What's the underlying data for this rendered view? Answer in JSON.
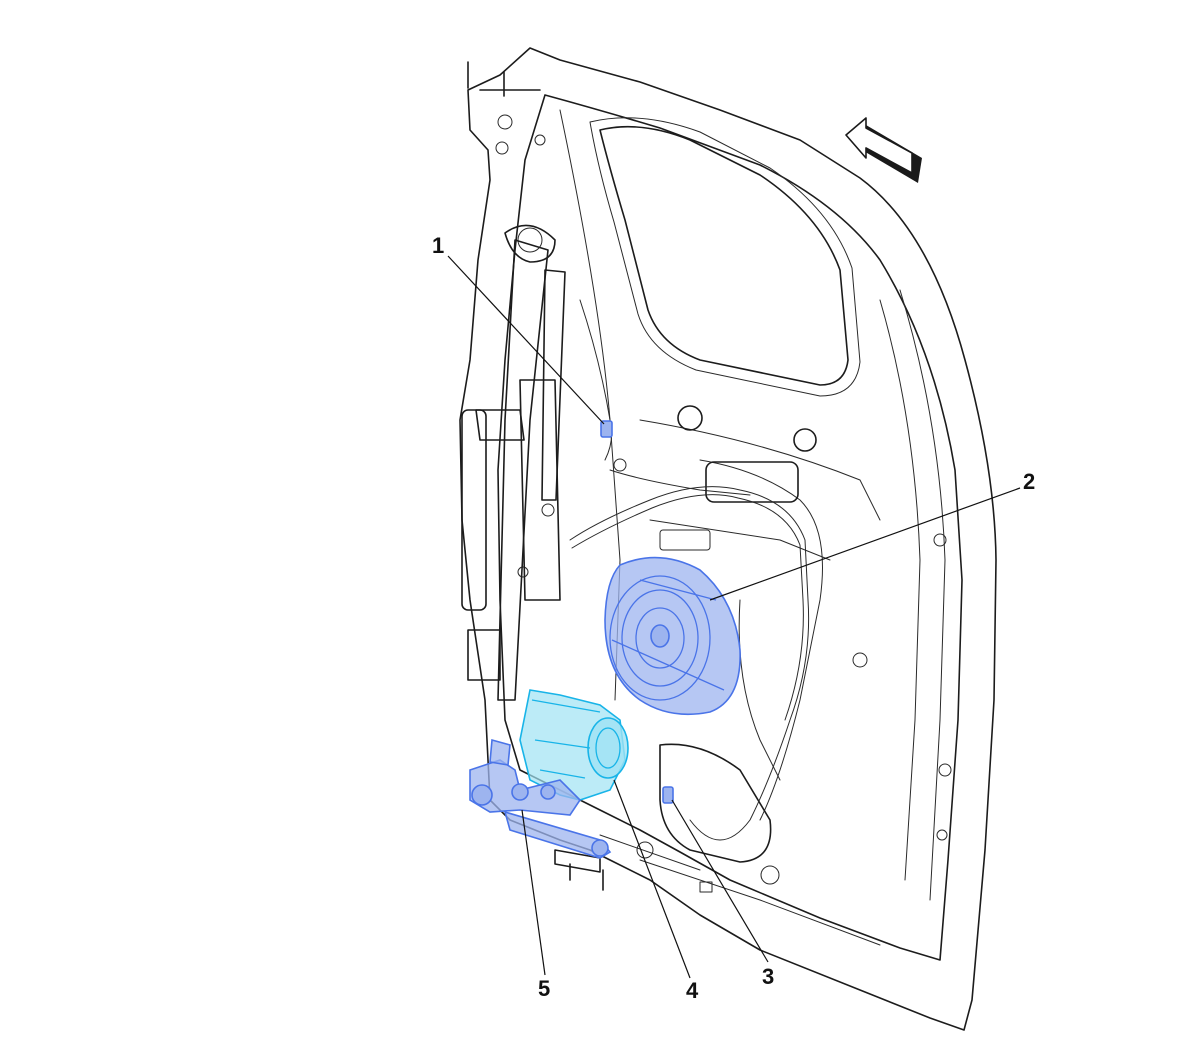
{
  "callouts": [
    {
      "id": "1",
      "label": "1"
    },
    {
      "id": "2",
      "label": "2"
    },
    {
      "id": "3",
      "label": "3"
    },
    {
      "id": "4",
      "label": "4"
    },
    {
      "id": "5",
      "label": "5"
    }
  ],
  "colors": {
    "door_panel": "#d4d1c2",
    "outline": "#1c1c1c",
    "highlight_blue": "#4a74e8",
    "highlight_blue_fill": "#9db4ef",
    "highlight_cyan": "#18b4e8",
    "highlight_cyan_fill": "#9fe2f4",
    "background": "#ffffff"
  },
  "icons": {
    "direction_arrow": "front-direction-arrow-icon"
  }
}
